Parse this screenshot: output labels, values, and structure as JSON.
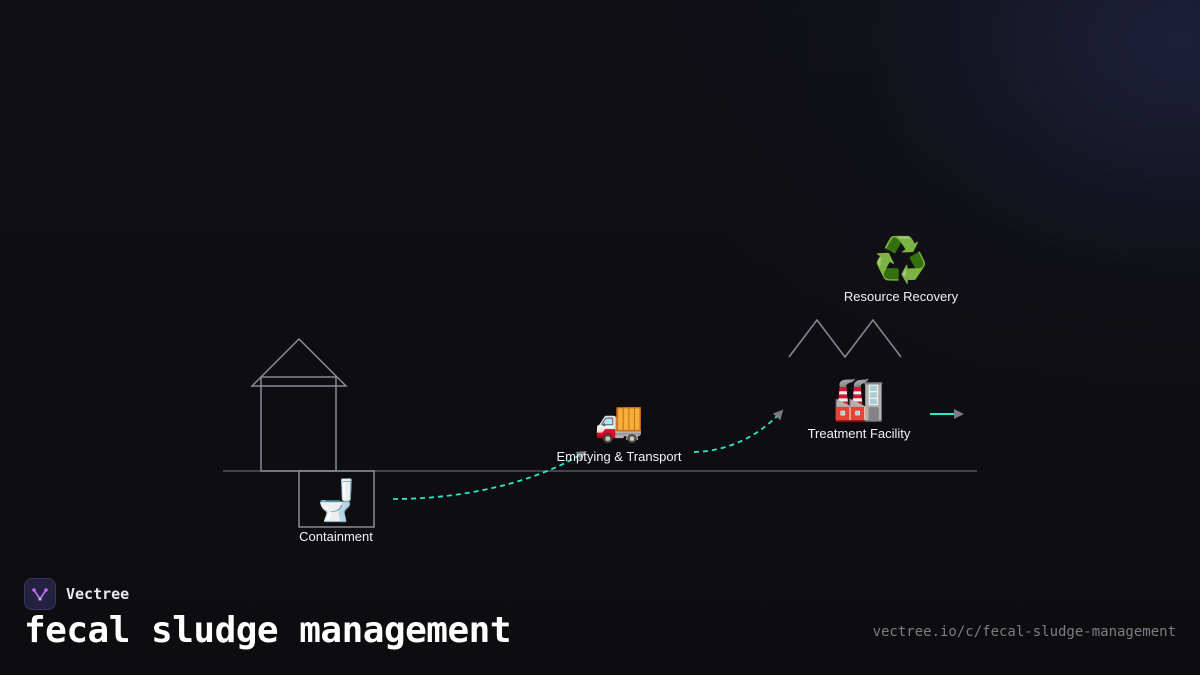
{
  "brand": {
    "name": "Vectree"
  },
  "page": {
    "title": "fecal sludge management",
    "url": "vectree.io/c/fecal-sludge-management"
  },
  "diagram": {
    "nodes": {
      "containment": {
        "label": "Containment",
        "icon": "🚽",
        "icon_name": "toilet-icon"
      },
      "transport": {
        "label": "Emptying & Transport",
        "icon": "🚚",
        "icon_name": "delivery-truck-icon"
      },
      "treatment": {
        "label": "Treatment Facility",
        "icon": "🏭",
        "icon_name": "factory-icon"
      },
      "recovery": {
        "label": "Resource Recovery",
        "icon": "♻️",
        "icon_name": "recycle-icon"
      }
    },
    "colors": {
      "flow": "#2ee6c8",
      "outline": "#8a8a92",
      "ground": "#55555d",
      "arrowhead": "#7a7a82",
      "brand_accent": "#b56cf0"
    }
  }
}
